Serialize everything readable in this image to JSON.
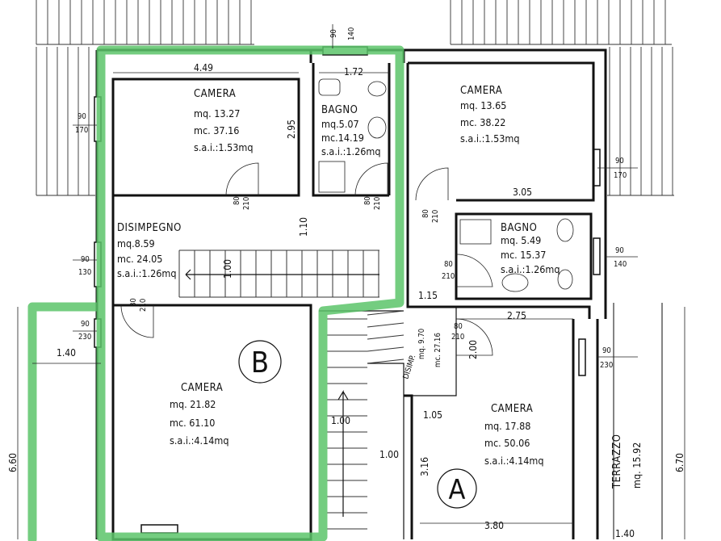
{
  "rooms": {
    "camera_top_left": {
      "name": "CAMERA",
      "area": "mq. 13.27",
      "volume": "mc. 37.16",
      "sai": "s.a.i.:1.53mq"
    },
    "bagno_top": {
      "name": "BAGNO",
      "area": "mq.5.07",
      "volume": "mc.14.19",
      "sai": "s.a.i.:1.26mq"
    },
    "camera_top_right": {
      "name": "CAMERA",
      "area": "mq. 13.65",
      "volume": "mc. 38.22",
      "sai": "s.a.i.:1.53mq"
    },
    "disimpegno": {
      "name": "DISIMPEGNO",
      "area": "mq.8.59",
      "volume": "mc. 24.05",
      "sai": "s.a.i.:1.26mq"
    },
    "bagno_right": {
      "name": "BAGNO",
      "area": "mq. 5.49",
      "volume": "mc. 15.37",
      "sai": "s.a.i.:1.26mq"
    },
    "camera_b": {
      "name": "CAMERA",
      "area": "mq. 21.82",
      "volume": "mc. 61.10",
      "sai": "s.a.i.:4.14mq"
    },
    "camera_a": {
      "name": "CAMERA",
      "area": "mq. 17.88",
      "volume": "mc. 50.06",
      "sai": "s.a.i.:4.14mq"
    },
    "disimp_small": {
      "name": "DISIMP.",
      "area": "mq. 9.70",
      "volume": "mc. 27.16"
    },
    "terrazzo": {
      "name": "TERRAZZO",
      "area": "mq. 15.92"
    }
  },
  "units": {
    "b": "B",
    "a": "A"
  },
  "dims": {
    "d_449": "4.49",
    "d_172": "1.72",
    "d_295": "2.95",
    "d_305": "3.05",
    "d_110": "1.10",
    "d_100_stair": "1.00",
    "d_115": "1.15",
    "d_275": "2.75",
    "d_140_left": "1.40",
    "d_660": "6.60",
    "d_200": "2.00",
    "d_105": "1.05",
    "d_100_a": "1.00",
    "d_100_b": "1.00",
    "d_316": "3.16",
    "d_380": "3.80",
    "d_670": "6.70",
    "d_140_bottom": "1.40"
  },
  "openings": {
    "w_90_140_top": {
      "top": "90",
      "bottom": "140"
    },
    "w_90_170_left": {
      "top": "90",
      "bottom": "170"
    },
    "w_90_170_right": {
      "top": "90",
      "bottom": "170"
    },
    "w_90_140_right": {
      "top": "90",
      "bottom": "140"
    },
    "w_90_130_left": {
      "top": "90",
      "bottom": "130"
    },
    "w_90_230_left": {
      "top": "90",
      "bottom": "230"
    },
    "w_90_230_right": {
      "top": "90",
      "bottom": "230"
    },
    "door_80_210_a": {
      "top": "80",
      "bottom": "210"
    },
    "door_80_210_b": {
      "top": "80",
      "bottom": "210"
    },
    "door_80_210_c": {
      "top": "80",
      "bottom": "210"
    },
    "door_80_210_d": {
      "top": "80",
      "bottom": "210"
    },
    "door_80_210_e": {
      "top": "80",
      "bottom": "210"
    },
    "door_80_210_f": {
      "top": "80",
      "bottom": "210"
    }
  },
  "colors": {
    "highlight": "#5cc46a",
    "ink": "#111111",
    "background": "#ffffff"
  }
}
